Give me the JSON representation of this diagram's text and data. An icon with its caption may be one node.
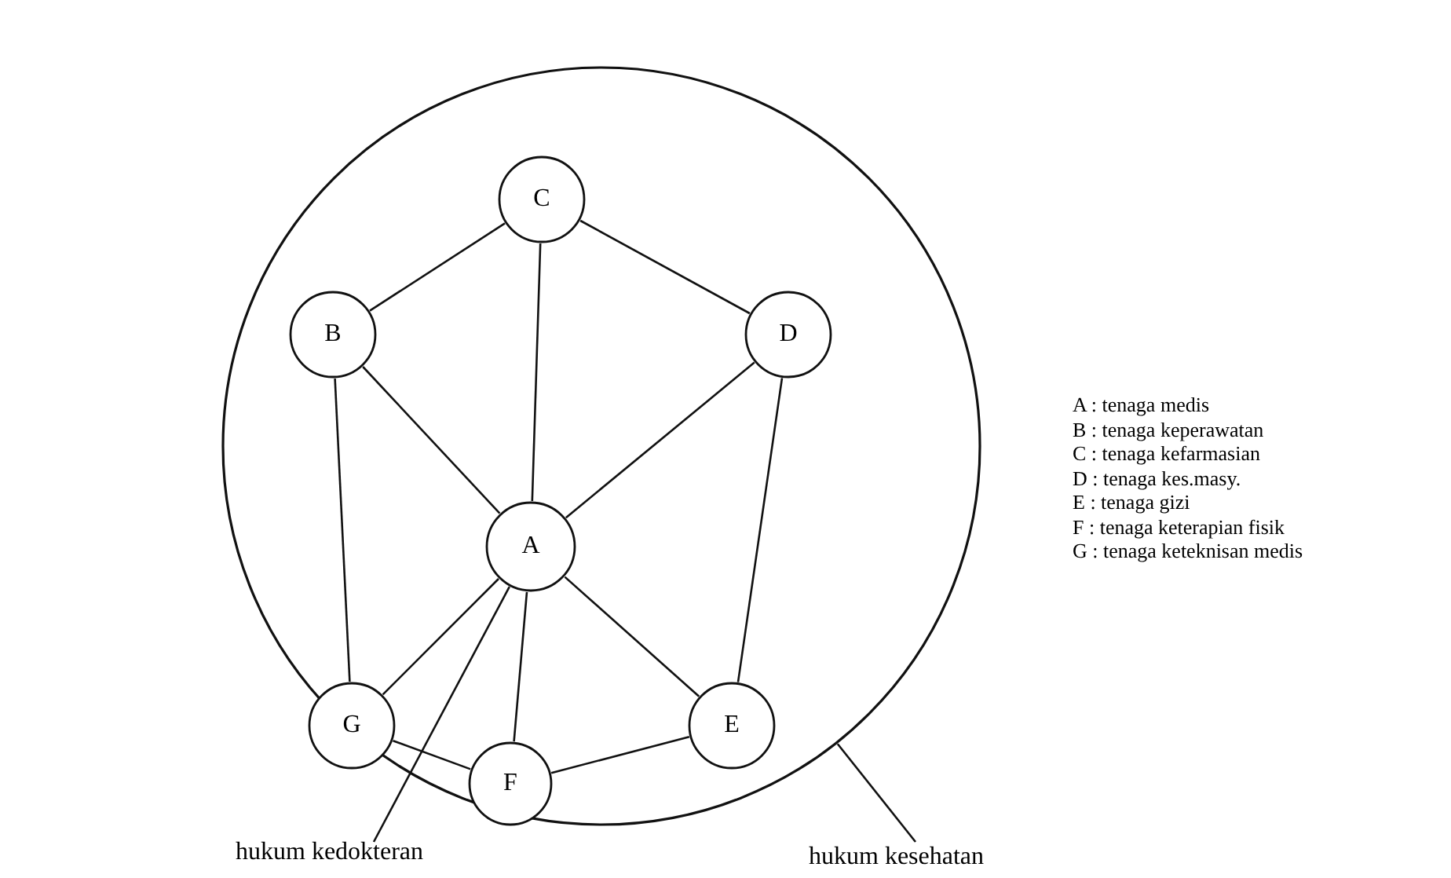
{
  "diagram": {
    "nodes": [
      {
        "text": [],
        "shape": "circle"
      },
      {
        "text": [
          "C"
        ],
        "in": 0
      },
      {
        "text": [
          "B"
        ],
        "in": 0
      },
      {
        "text": [
          "D"
        ],
        "in": 0
      },
      {
        "text": [
          "A"
        ],
        "in": 0
      },
      {
        "text": [
          "G"
        ],
        "in": 0
      },
      {
        "text": [
          "E"
        ],
        "in": 0
      },
      {
        "text": [
          "F"
        ],
        "in": 0
      },
      {
        "text": [
          "hukum kedokteran"
        ]
      },
      {
        "text": [
          "hukum kesehatan"
        ]
      }
    ],
    "edges": [
      {
        "from": 1,
        "to": 2,
        "arrow": "none"
      },
      {
        "from": 1,
        "to": 3,
        "arrow": "none"
      },
      {
        "from": 1,
        "to": 4,
        "arrow": "none"
      },
      {
        "from": 2,
        "to": 4,
        "arrow": "none"
      },
      {
        "from": 3,
        "to": 4,
        "arrow": "none"
      },
      {
        "from": 2,
        "to": 5,
        "arrow": "none"
      },
      {
        "from": 3,
        "to": 6,
        "arrow": "none"
      },
      {
        "from": 4,
        "to": 5,
        "arrow": "none"
      },
      {
        "from": 4,
        "to": 6,
        "arrow": "none"
      },
      {
        "from": 4,
        "to": 7,
        "arrow": "none"
      },
      {
        "from": 5,
        "to": 7,
        "arrow": "none"
      },
      {
        "from": 7,
        "to": 6,
        "arrow": "none"
      },
      {
        "from": 8,
        "to": 4,
        "arrow": "none"
      },
      {
        "from": 9,
        "to": 0,
        "arrow": "none"
      }
    ],
    "labels": [
      "A : tenaga medis",
      "B : tenaga keperawatan",
      "C : tenaga kefarmasian",
      "D : tenaga kes.masy.",
      "E : tenaga gizi",
      "F : tenaga keterapian fisik",
      "G : tenaga keteknisan medis"
    ]
  }
}
